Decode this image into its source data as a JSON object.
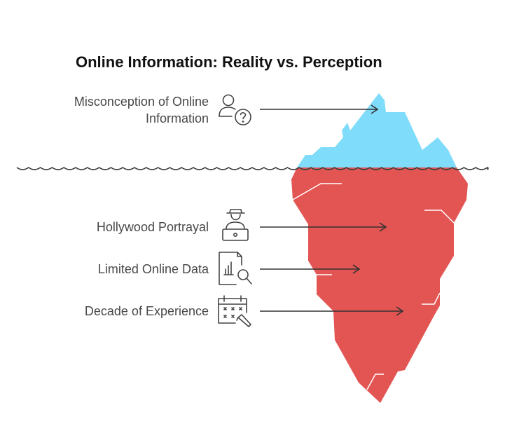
{
  "title": "Online Information: Reality vs. Perception",
  "colors": {
    "tip": "#7fdcfb",
    "body": "#e35552",
    "water": "#3f3f3f",
    "text": "#484848",
    "title": "#111111",
    "icon": "#444444"
  },
  "items": [
    {
      "label_lines": [
        "Misconception of Online",
        "Information"
      ],
      "icon": "person-question-icon"
    },
    {
      "label_lines": [
        "Hollywood Portrayal"
      ],
      "icon": "hacker-laptop-icon"
    },
    {
      "label_lines": [
        "Limited Online Data"
      ],
      "icon": "document-chart-search-icon"
    },
    {
      "label_lines": [
        "Decade of Experience"
      ],
      "icon": "calendar-pen-icon"
    }
  ]
}
